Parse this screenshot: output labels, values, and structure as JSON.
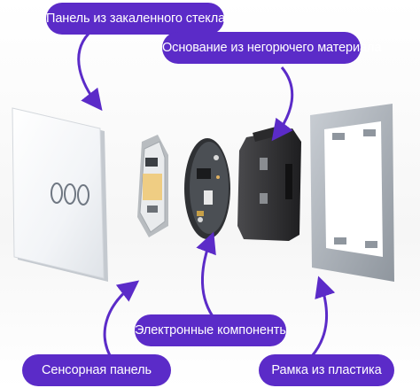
{
  "accent_color": "#5b2bc8",
  "callouts": {
    "glass_panel": "Панель из закаленного стекла",
    "base": "Основание из негорючего материала",
    "electronics": "Электронные компоненты",
    "touch_panel": "Сенсорная панель",
    "plastic_frame": "Рамка из пластика"
  },
  "touch_buttons_count": 3
}
